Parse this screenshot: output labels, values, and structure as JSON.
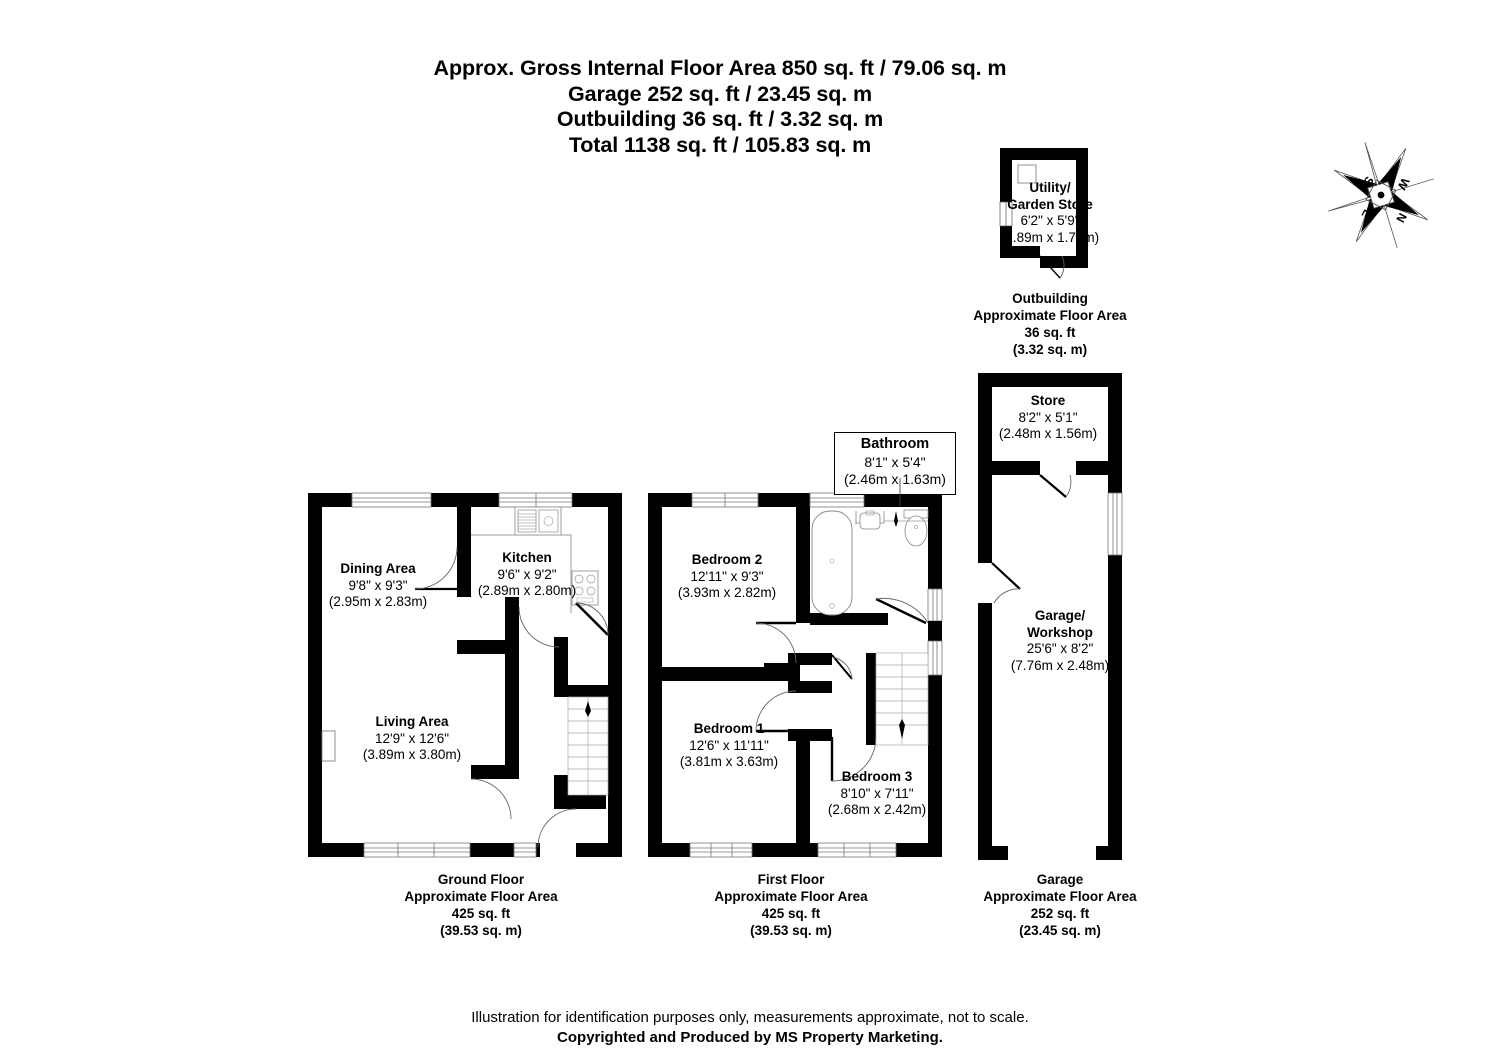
{
  "header": {
    "line1": "Approx. Gross Internal Floor Area 850 sq. ft / 79.06 sq. m",
    "line2": "Garage 252 sq. ft / 23.45 sq. m",
    "line3": "Outbuilding 36 sq. ft / 3.32 sq. m",
    "line4": "Total 1138 sq. ft / 105.83 sq. m"
  },
  "compass": {
    "north": "N",
    "south": "S",
    "east": "E",
    "west": "W"
  },
  "outbuilding": {
    "room": {
      "name_line1": "Utility/",
      "name_line2": "Garden Store",
      "dim_imperial": "6'2\" x 5'9\"",
      "dim_metric": "(1.89m x 1.76m)"
    },
    "caption": {
      "line1": "Outbuilding",
      "line2": "Approximate Floor Area",
      "line3": "36 sq. ft",
      "line4": "(3.32 sq. m)"
    }
  },
  "ground_floor": {
    "rooms": [
      {
        "name": "Dining Area",
        "dim_imperial": "9'8\" x 9'3\"",
        "dim_metric": "(2.95m x 2.83m)"
      },
      {
        "name": "Kitchen",
        "dim_imperial": "9'6\" x 9'2\"",
        "dim_metric": "(2.89m x 2.80m)"
      },
      {
        "name": "Living Area",
        "dim_imperial": "12'9\" x 12'6\"",
        "dim_metric": "(3.89m x 3.80m)"
      }
    ],
    "caption": {
      "line1": "Ground Floor",
      "line2": "Approximate Floor Area",
      "line3": "425 sq. ft",
      "line4": "(39.53 sq. m)"
    }
  },
  "first_floor": {
    "rooms": [
      {
        "name": "Bedroom 2",
        "dim_imperial": "12'11\" x 9'3\"",
        "dim_metric": "(3.93m x 2.82m)"
      },
      {
        "name": "Bedroom 1",
        "dim_imperial": "12'6\" x 11'11\"",
        "dim_metric": "(3.81m x 3.63m)"
      },
      {
        "name": "Bedroom 3",
        "dim_imperial": "8'10\" x 7'11\"",
        "dim_metric": "(2.68m x 2.42m)"
      }
    ],
    "bathroom": {
      "name": "Bathroom",
      "dim_imperial": "8'1\" x 5'4\"",
      "dim_metric": "(2.46m x 1.63m)"
    },
    "caption": {
      "line1": "First Floor",
      "line2": "Approximate Floor Area",
      "line3": "425 sq. ft",
      "line4": "(39.53 sq. m)"
    }
  },
  "garage_floor": {
    "rooms": [
      {
        "name": "Store",
        "dim_imperial": "8'2\" x 5'1\"",
        "dim_metric": "(2.48m x 1.56m)"
      },
      {
        "name_line1": "Garage/",
        "name_line2": "Workshop",
        "dim_imperial": "25'6\" x 8'2\"",
        "dim_metric": "(7.76m x 2.48m)"
      }
    ],
    "caption": {
      "line1": "Garage",
      "line2": "Approximate Floor Area",
      "line3": "252 sq. ft",
      "line4": "(23.45 sq. m)"
    }
  },
  "footer": {
    "line1": "Illustration for identification purposes only, measurements approximate, not to scale.",
    "line2": "Copyrighted  and Produced by MS Property Marketing."
  },
  "colors": {
    "wall": "#000000",
    "background": "#ffffff",
    "fixture_stroke": "#888888"
  }
}
